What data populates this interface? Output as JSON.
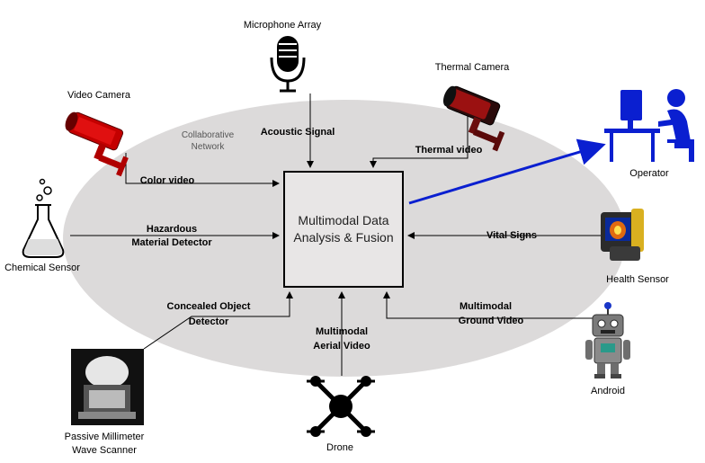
{
  "network_label": "Collaborative\nNetwork",
  "hub": {
    "title": "Multimodal Data Analysis & Fusion"
  },
  "colors": {
    "ellipse": "#dcdada",
    "operator": "#0a1fd0",
    "thermal": "#c00000",
    "camera": "#c40000"
  },
  "nodes": {
    "microphone": {
      "label": "Microphone Array",
      "icon": "microphone-icon",
      "signal": "Acoustic Signal"
    },
    "thermal": {
      "label": "Thermal Camera",
      "icon": "thermal-camera-icon",
      "signal": "Thermal video"
    },
    "video": {
      "label": "Video Camera",
      "icon": "video-camera-icon",
      "signal": "Color video"
    },
    "chemical": {
      "label": "Chemical Sensor",
      "icon": "flask-icon",
      "signal_1": "Hazardous",
      "signal_2": "Material Detector"
    },
    "scanner": {
      "label_1": "Passive Millimeter",
      "label_2": "Wave Scanner",
      "icon": "scanner-icon",
      "signal_1": "Concealed Object",
      "signal_2": "Detector"
    },
    "drone": {
      "label": "Drone",
      "icon": "drone-icon",
      "signal_1": "Multimodal",
      "signal_2": "Aerial Video"
    },
    "android": {
      "label": "Android",
      "icon": "robot-icon",
      "signal_1": "Multimodal",
      "signal_2": "Ground Video"
    },
    "health": {
      "label": "Health Sensor",
      "icon": "health-monitor-icon",
      "signal": "Vital Signs"
    },
    "operator": {
      "label": "Operator",
      "icon": "operator-icon"
    }
  }
}
